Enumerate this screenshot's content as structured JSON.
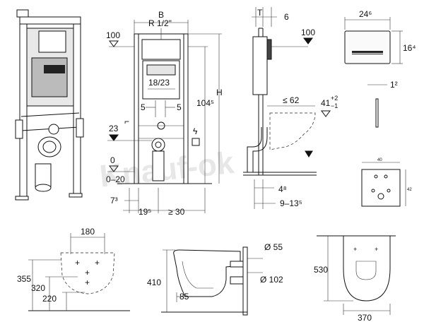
{
  "watermark": "Knauf-ok",
  "frame_front": {
    "label_B": "B",
    "label_R": "R 1/2\"",
    "level_100": "100",
    "label_18_23": "18/23",
    "label_5_left": "5",
    "label_5_right": "5",
    "level_23": "23",
    "level_0": "0",
    "range_0_20": "0–20",
    "label_H": "H",
    "label_104_5": "104⁵",
    "label_7_3": "7³",
    "label_19_5": "19⁵",
    "label_ge_30": "≥ 30"
  },
  "frame_side": {
    "label_T": "T",
    "label_6": "6",
    "level_100": "100",
    "label_le_62": "≤ 62",
    "label_41": "41",
    "label_41_tol_plus": "+2",
    "label_41_tol_minus": "−1",
    "label_4_8": "4⁸",
    "label_9_13_5": "9–13⁵"
  },
  "plate": {
    "width_label": "24⁶",
    "height_label": "16⁴",
    "thickness_label": "1²"
  },
  "small_panel": {
    "width_label": "40",
    "height_label": "42"
  },
  "bowl_front": {
    "width_label": "180",
    "height_355": "355",
    "height_320": "320",
    "height_220": "220"
  },
  "bowl_side": {
    "height_410": "410",
    "offset_85": "85",
    "dia_55": "Ø 55",
    "dia_102": "Ø 102"
  },
  "bowl_top": {
    "length_label": "530",
    "width_label": "370"
  }
}
